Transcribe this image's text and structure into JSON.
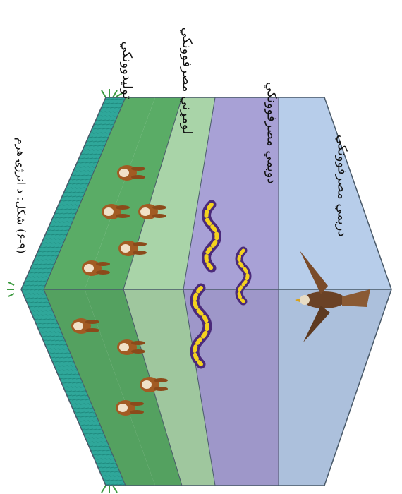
{
  "labels": {
    "tertiary": "دریمي مصرفوونکي",
    "secondary": "دویمي مصرفوونکي",
    "primary": "لومړني مصرفوونکي",
    "producers": "تولیدوونکي"
  },
  "caption": "(۶-۹) شکل: د انرژۍ هرم",
  "levels": [
    {
      "name": "grass",
      "color": "#2fa79a"
    },
    {
      "name": "producers",
      "color": "#5aac66"
    },
    {
      "name": "primary-consumers",
      "color": "#a9d4a8"
    },
    {
      "name": "secondary-consumers",
      "color": "#a8a1d6"
    },
    {
      "name": "tertiary-consumers",
      "color": "#b7cdea"
    }
  ],
  "organisms": {
    "tertiary": "eagle",
    "secondary": "snake",
    "primary": "rabbit"
  }
}
